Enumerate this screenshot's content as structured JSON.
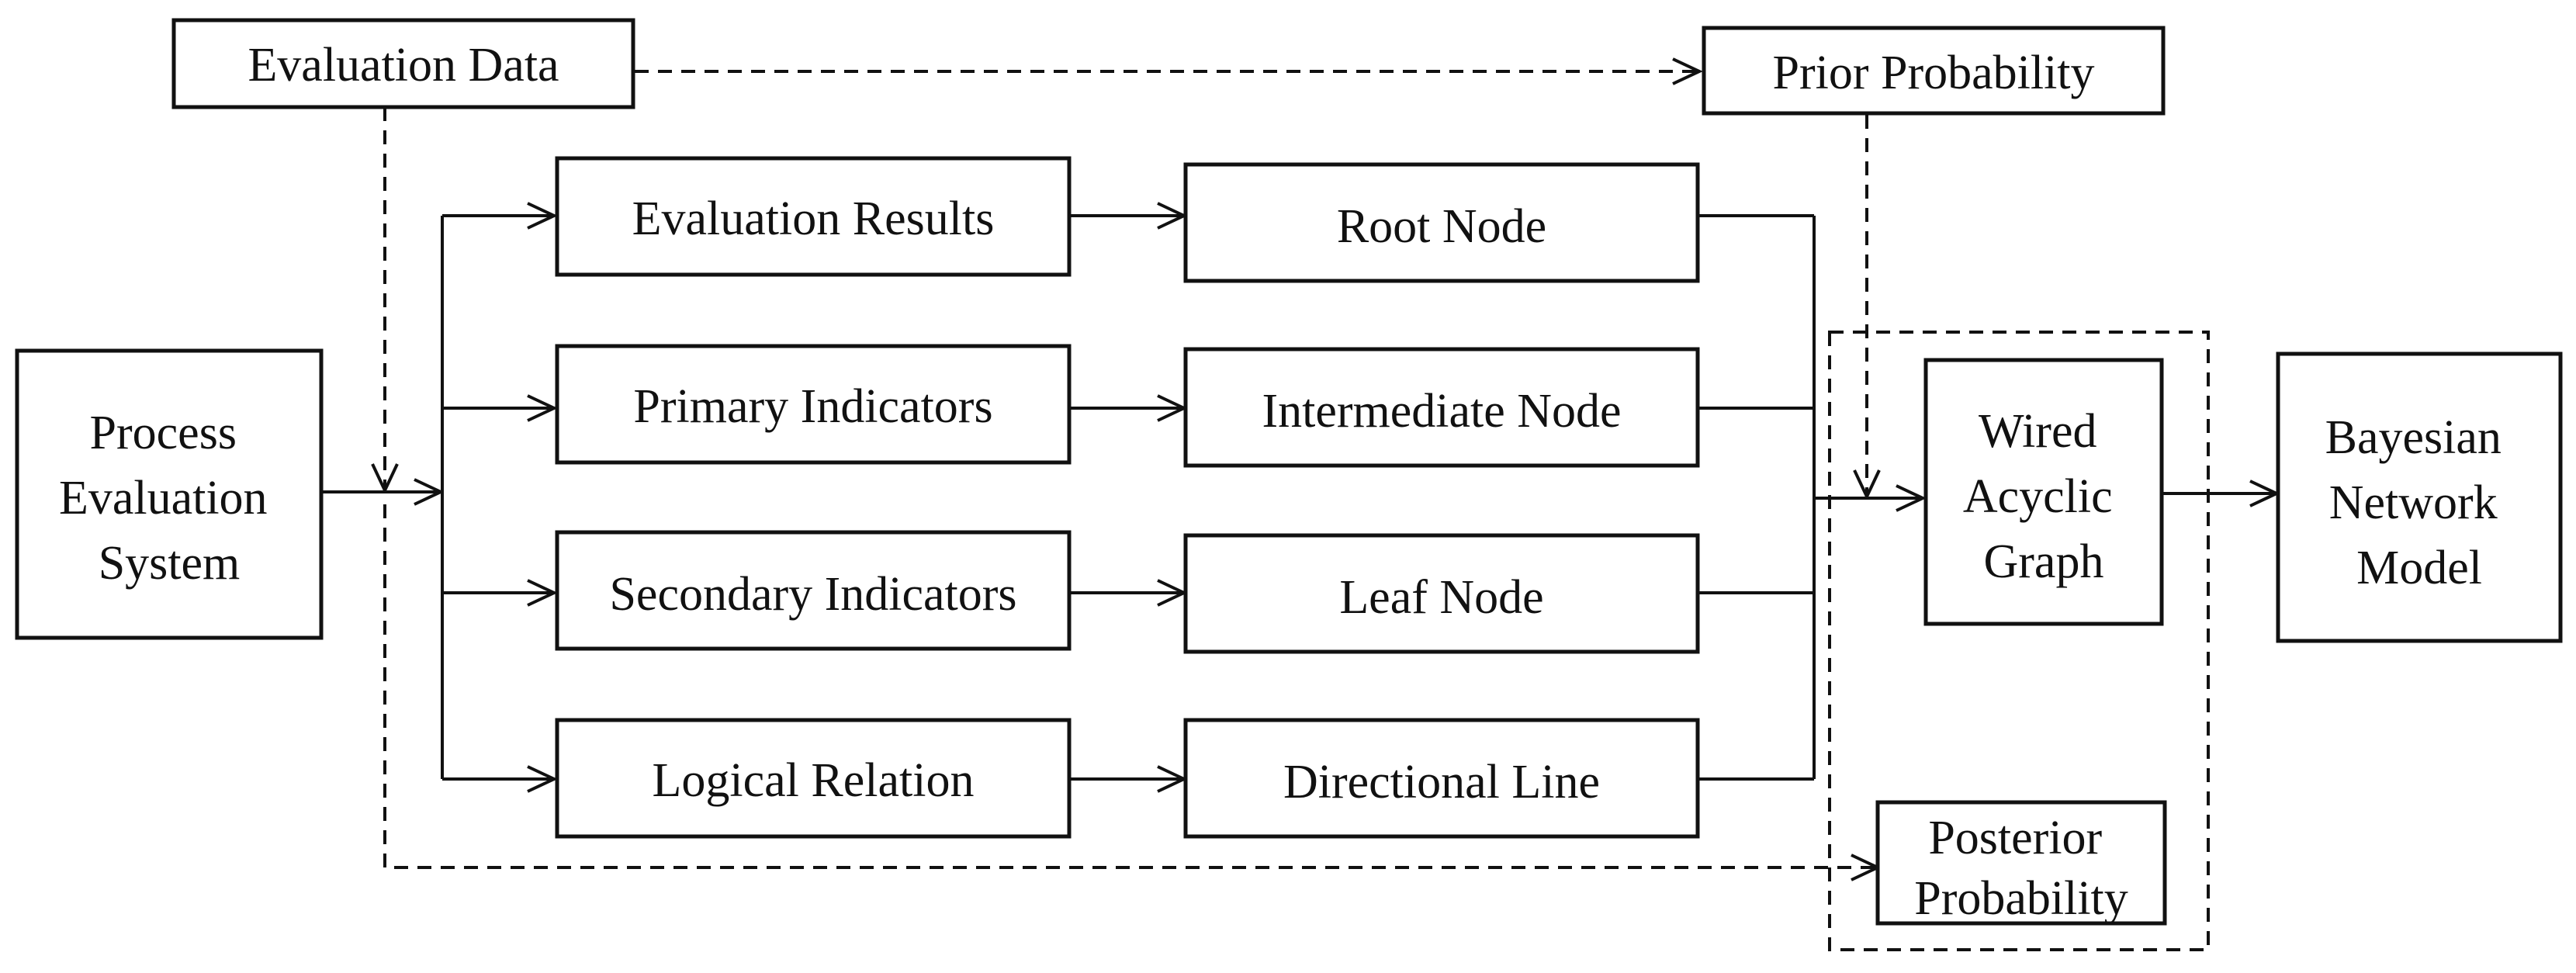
{
  "nodes": {
    "evaluation_data": "Evaluation Data",
    "prior_probability": "Prior Probability",
    "process_evaluation_system": [
      "Process",
      "Evaluation",
      "System"
    ],
    "evaluation_results": "Evaluation Results",
    "primary_indicators": "Primary Indicators",
    "secondary_indicators": "Secondary Indicators",
    "logical_relation": "Logical Relation",
    "root_node": "Root Node",
    "intermediate_node": "Intermediate Node",
    "leaf_node": "Leaf Node",
    "directional_line": "Directional Line",
    "wired_acyclic_graph": [
      "Wired",
      "Acyclic",
      "Graph"
    ],
    "posterior_probability": [
      "Posterior",
      "Probability"
    ],
    "bayesian_network_model": [
      "Bayesian",
      "Network",
      "Model"
    ]
  }
}
